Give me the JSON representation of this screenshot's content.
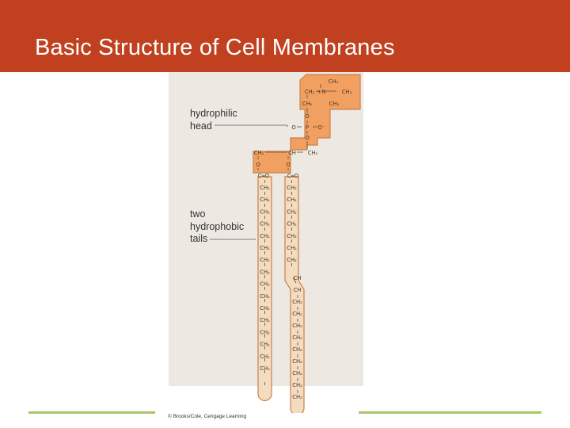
{
  "slide": {
    "title": "Basic Structure of Cell Membranes",
    "credit": "© Brooks/Cole, Cengage Learning"
  },
  "diagram": {
    "callouts": {
      "head_line1": "hydrophilic",
      "head_line2": "head",
      "tails_line1": "two",
      "tails_line2": "hydrophobic",
      "tails_line3": "tails"
    },
    "head_labels": {
      "ch3_top": "CH₃",
      "ch3_right": "CH₃",
      "ch2_a": "CH₂",
      "n_plus": "+N",
      "ch3_mid": "CH₃",
      "ch2_b": "CH₂",
      "o_upper": "O",
      "o_left": "O",
      "p": "P",
      "o_minus": "O⁻",
      "o_lower": "O",
      "gl_ch2_left": "CH₂",
      "gl_ch": "CH",
      "gl_ch2_right": "CH₂",
      "ester_o_left": "O",
      "ester_o_right": "O",
      "carbonyl_left": "C═O",
      "carbonyl_right": "C═O"
    },
    "left_tail": [
      "CH₂",
      "CH₂",
      "CH₂",
      "CH₂",
      "CH₂",
      "CH₂",
      "CH₂",
      "CH₂",
      "CH₂",
      "CH₂",
      "CH₂",
      "CH₂",
      "CH₂",
      "CH₂",
      "CH₂",
      "CH₃"
    ],
    "right_tail": [
      "CH₂",
      "CH₂",
      "CH₂",
      "CH₂",
      "CH₂",
      "CH₂",
      "CH₂",
      "CH",
      "CH",
      "CH₂",
      "CH₂",
      "CH₂",
      "CH₂",
      "CH₂",
      "CH₂",
      "CH₂",
      "CH₂",
      "CH₃"
    ],
    "colors": {
      "head_fill": "#f1a062",
      "tail_fill": "#f3dcc0",
      "outline": "#c9804a",
      "accent_rule": "#a9c56a",
      "title_bar": "#c0401f"
    }
  }
}
